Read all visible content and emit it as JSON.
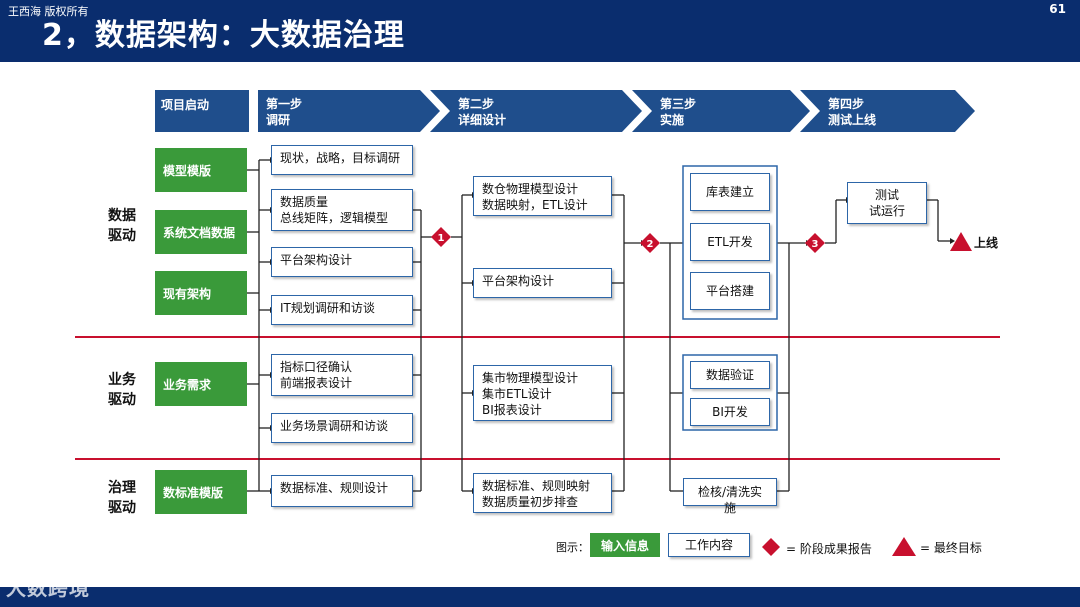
{
  "title": "2，数据架构：大数据治理",
  "footer_left": "王西海 版权所有",
  "page_number": "61",
  "watermark": "大数跨境",
  "header_start": "项目启动",
  "steps": [
    {
      "line1": "第一步",
      "line2": "调研"
    },
    {
      "line1": "第二步",
      "line2": "详细设计"
    },
    {
      "line1": "第三步",
      "line2": "实施"
    },
    {
      "line1": "第四步",
      "line2": "测试上线"
    }
  ],
  "row_labels": [
    {
      "line1": "数据",
      "line2": "驱动"
    },
    {
      "line1": "业务",
      "line2": "驱动"
    },
    {
      "line1": "治理",
      "line2": "驱动"
    }
  ],
  "inputs": [
    "模型模版",
    "系统文档数据",
    "现有架构",
    "业务需求",
    "数标准模版"
  ],
  "step1_tasks": [
    {
      "line1": "现状，战略，目标调研",
      "line2": ""
    },
    {
      "line1": "数据质量",
      "line2": "总线矩阵，逻辑模型"
    },
    {
      "line1": "平台架构设计",
      "line2": ""
    },
    {
      "line1": "IT规划调研和访谈",
      "line2": ""
    },
    {
      "line1": "指标口径确认",
      "line2": "前端报表设计"
    },
    {
      "line1": "业务场景调研和访谈",
      "line2": ""
    },
    {
      "line1": "数据标准、规则设计",
      "line2": ""
    }
  ],
  "step2_tasks": [
    {
      "line1": "数仓物理模型设计",
      "line2": "数据映射，ETL设计",
      "line3": ""
    },
    {
      "line1": "平台架构设计",
      "line2": "",
      "line3": ""
    },
    {
      "line1": "集市物理模型设计",
      "line2": "集市ETL设计",
      "line3": "BI报表设计"
    },
    {
      "line1": "数据标准、规则映射",
      "line2": "数据质量初步排查",
      "line3": ""
    }
  ],
  "step3_tasks": [
    "库表建立",
    "ETL开发",
    "平台搭建",
    "数据验证",
    "BI开发",
    "检核/清洗实施"
  ],
  "step4_task": {
    "line1": "测试",
    "line2": "试运行"
  },
  "milestones": [
    "1",
    "2",
    "3"
  ],
  "final_target": "上线",
  "legend": {
    "prefix": "图示：",
    "input_label": "输入信息",
    "work_label": "工作内容",
    "diamond_label": "= 阶段成果报告",
    "triangle_label": "= 最终目标"
  },
  "colors": {
    "header_bar": "#0a2d6e",
    "step_blue": "#1f4e8c",
    "input_green": "#3a9a3a",
    "box_border": "#2d66a8",
    "divider_red": "#c8102e",
    "milestone_red": "#c8102e"
  }
}
